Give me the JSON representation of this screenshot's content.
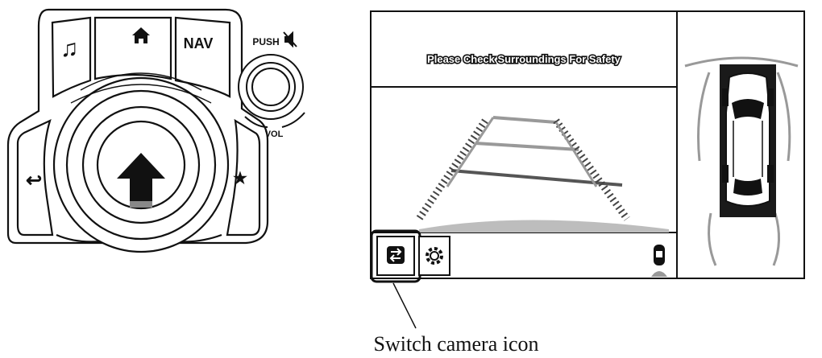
{
  "commander": {
    "music_label": "♫",
    "nav_label": "NAV",
    "push_label": "PUSH",
    "mute_icon": "speaker-muted-icon",
    "vol_label": "VOL",
    "back_label": "↩",
    "star_label": "★",
    "home_icon": "home-icon",
    "center_icon": "up-arrow-icon"
  },
  "display": {
    "banner": "Please Check Surroundings For Safety",
    "switch_camera_icon": "switch-camera-icon",
    "settings_icon": "gear-icon",
    "car_status_icon": "car-sensor-icon",
    "topview_icon": "car-top-view-icon"
  },
  "caption": "Switch camera icon",
  "colors": {
    "line": "#111111",
    "fill_dark": "#1a1a1a",
    "guide_gray": "#9a9a9a"
  }
}
